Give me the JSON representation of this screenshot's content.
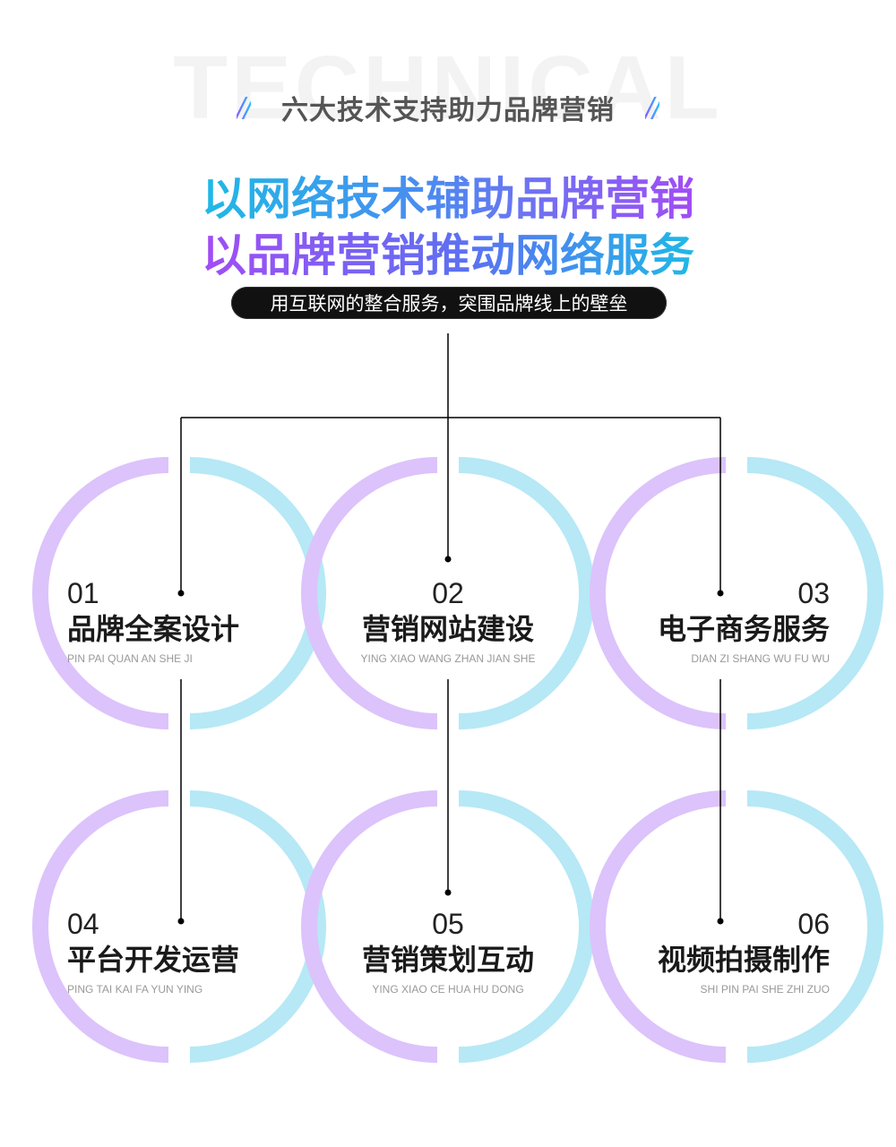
{
  "background_word": "TECHNICAL",
  "header": {
    "left_mark": "//",
    "title": "六大技术支持助力品牌营销",
    "right_mark": "//"
  },
  "headline": {
    "line1": "以网络技术辅助品牌营销",
    "line2": "以品牌营销推动网络服务"
  },
  "tagline": "用互联网的整合服务，突围品牌线上的壁垒",
  "colors": {
    "ring_purple": "#dcc3fb",
    "ring_blue": "#b6e8f6",
    "connector": "#000000",
    "pill_bg": "#111111"
  },
  "services": [
    {
      "number": "01",
      "title": "品牌全案设计",
      "pinyin": "PIN PAI QUAN AN SHE JI"
    },
    {
      "number": "02",
      "title": "营销网站建设",
      "pinyin": "YING XIAO WANG ZHAN JIAN SHE"
    },
    {
      "number": "03",
      "title": "电子商务服务",
      "pinyin": "DIAN ZI SHANG WU FU WU"
    },
    {
      "number": "04",
      "title": "平台开发运营",
      "pinyin": "PING TAI KAI FA YUN YING"
    },
    {
      "number": "05",
      "title": "营销策划互动",
      "pinyin": "YING XIAO CE HUA HU DONG"
    },
    {
      "number": "06",
      "title": "视频拍摄制作",
      "pinyin": "SHI PIN PAI SHE ZHI ZUO"
    }
  ]
}
